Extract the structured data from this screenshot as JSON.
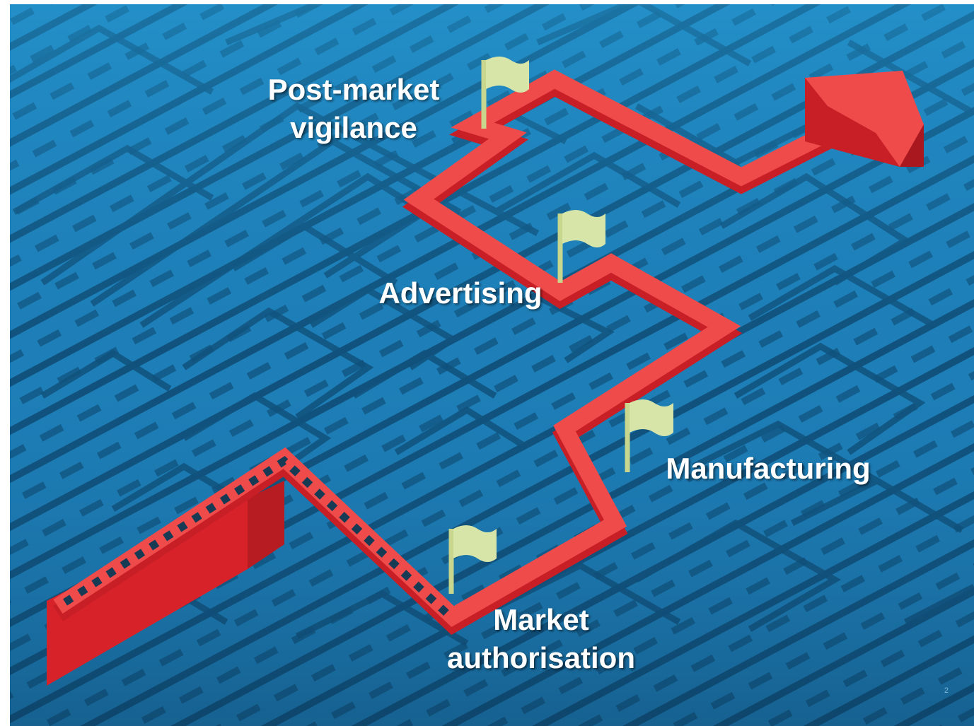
{
  "stages": [
    {
      "id": "market-authorisation",
      "label": "Market\nauthorisation"
    },
    {
      "id": "manufacturing",
      "label": "Manufacturing"
    },
    {
      "id": "advertising",
      "label": "Advertising"
    },
    {
      "id": "post-market-vigilance",
      "label": "Post-market\nvigilance"
    }
  ],
  "slide_number": "2",
  "colors": {
    "path": "#ef4b4b",
    "path_side": "#c81f26",
    "flag": "#d8e5a8",
    "maze_wall": "#2b8ec6",
    "maze_gap": "#0f4d76",
    "label_text": "#ffffff"
  }
}
